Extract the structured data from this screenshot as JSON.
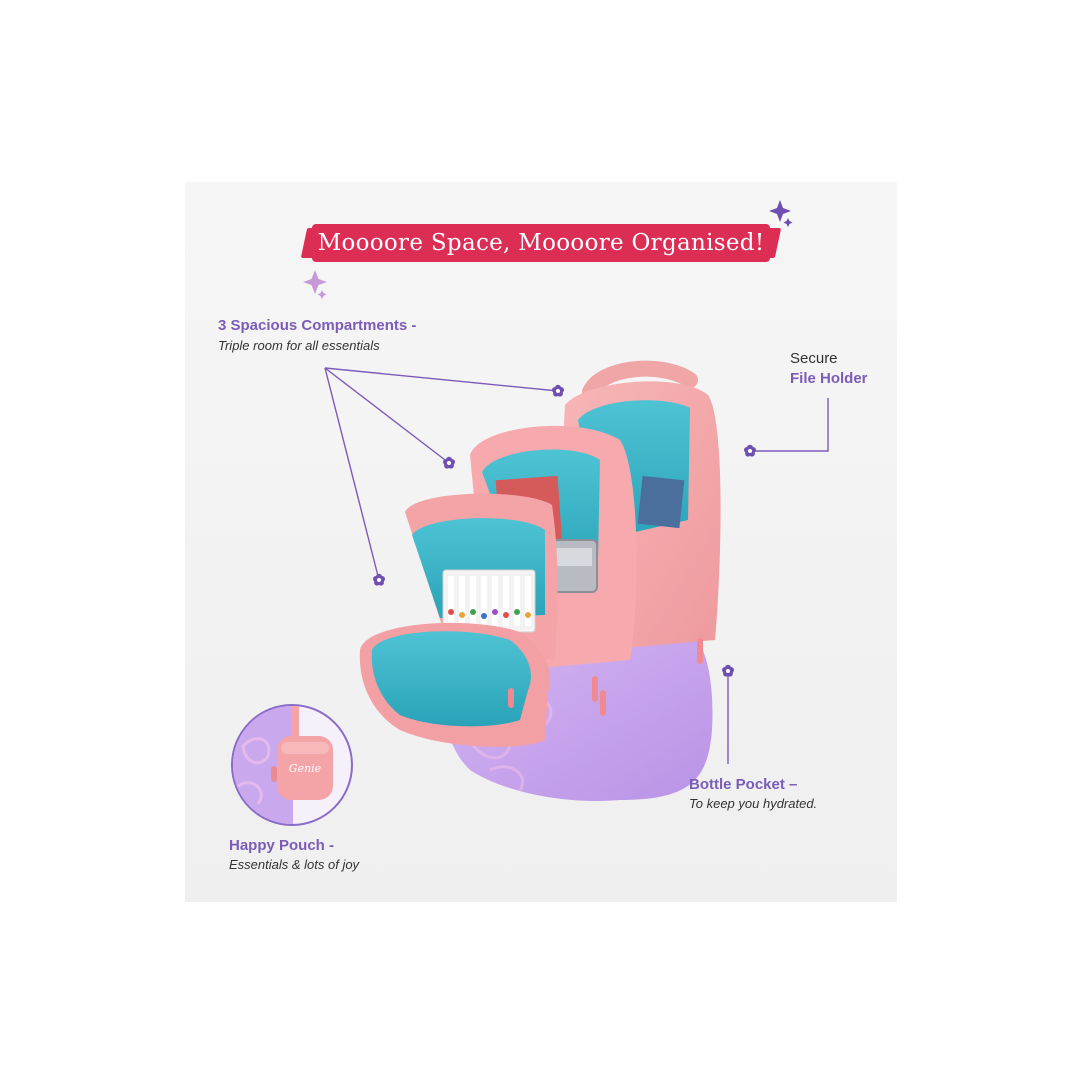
{
  "banner": {
    "text": "Moooore Space, Moooore Organised!"
  },
  "callouts": {
    "compartments": {
      "title": "3 Spacious Compartments -",
      "subtitle": "Triple room for all essentials"
    },
    "file_holder": {
      "line1": "Secure",
      "line2": "File Holder"
    },
    "bottle_pocket": {
      "title": "Bottle Pocket –",
      "subtitle": "To keep you hydrated."
    },
    "happy_pouch": {
      "title": "Happy Pouch -",
      "subtitle": "Essentials & lots of joy"
    }
  },
  "pouch_logo": "Genie",
  "colors": {
    "banner": "#dc2d55",
    "accent_purple": "#7b5cb8",
    "bag_pink": "#f4a3a6",
    "bag_lilac": "#c9a8ee",
    "lining_teal": "#3ab7c9"
  },
  "icons": [
    "sparkle-icon",
    "flower-marker-icon"
  ]
}
